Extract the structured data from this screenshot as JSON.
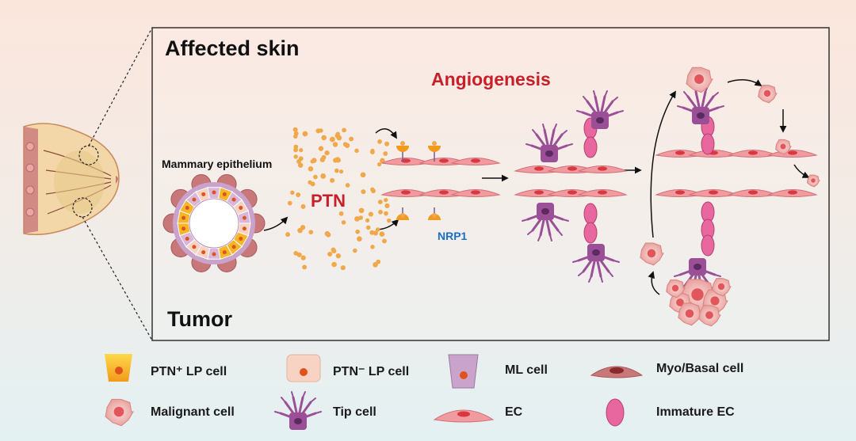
{
  "panel": {
    "top_label": "Affected skin",
    "bottom_label": "Tumor",
    "process_label": "Angiogenesis",
    "epithelium_label": "Mammary epithelium",
    "factor_label": "PTN",
    "receptor_label": "NRP1"
  },
  "legend": {
    "items": [
      {
        "label": "PTN⁺ LP cell"
      },
      {
        "label": "PTN⁻ LP cell"
      },
      {
        "label": "ML cell"
      },
      {
        "label": "Myo/Basal cell"
      },
      {
        "label": "Malignant cell"
      },
      {
        "label": "Tip cell"
      },
      {
        "label": "EC"
      },
      {
        "label": "Immature EC"
      }
    ]
  },
  "colors": {
    "panel_border": "#333333",
    "ptn_pos": "#f5c518",
    "ptn_neg": "#f8d3c4",
    "ml_cell": "#c9a3cc",
    "myo": "#c9787a",
    "ec": "#f19aa0",
    "tip": "#9a4f96",
    "immature_ec": "#e8679f",
    "malignant": "#f2b3b0",
    "red_text": "#c8202a",
    "blue_text": "#1a6fc4",
    "dot": "#f0a84a"
  }
}
